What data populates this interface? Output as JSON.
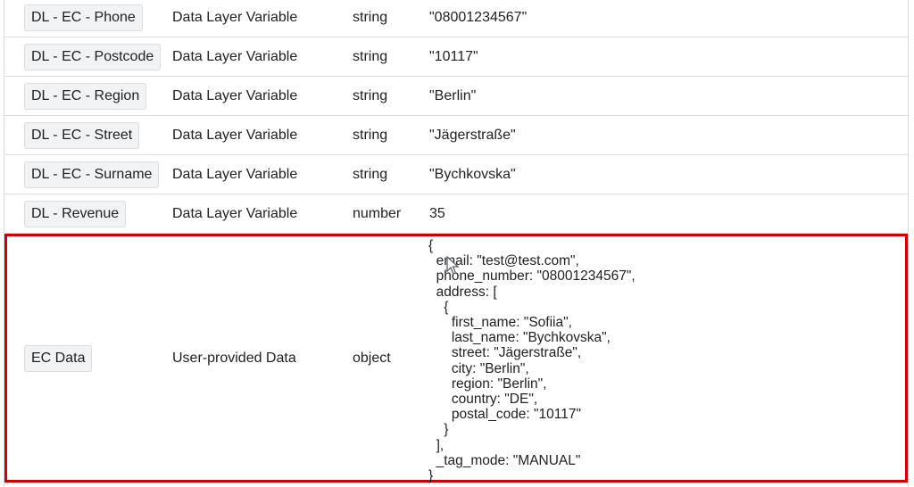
{
  "rows": [
    {
      "name": "DL - EC - Phone",
      "type": "Data Layer Variable",
      "data_type": "string",
      "value": "\"08001234567\""
    },
    {
      "name": "DL - EC - Postcode",
      "type": "Data Layer Variable",
      "data_type": "string",
      "value": "\"10117\""
    },
    {
      "name": "DL - EC - Region",
      "type": "Data Layer Variable",
      "data_type": "string",
      "value": "\"Berlin\""
    },
    {
      "name": "DL - EC - Street",
      "type": "Data Layer Variable",
      "data_type": "string",
      "value": "\"Jägerstraße\""
    },
    {
      "name": "DL - EC - Surname",
      "type": "Data Layer Variable",
      "data_type": "string",
      "value": "\"Bychkovska\""
    },
    {
      "name": "DL - Revenue",
      "type": "Data Layer Variable",
      "data_type": "number",
      "value": "35"
    }
  ],
  "highlighted_row": {
    "name": "EC Data",
    "type": "User-provided Data",
    "data_type": "object",
    "value": "{\n  email: \"test@test.com\",\n  phone_number: \"08001234567\",\n  address: [\n    {\n      first_name: \"Sofiia\",\n      last_name: \"Bychkovska\",\n      street: \"Jägerstraße\",\n      city: \"Berlin\",\n      region: \"Berlin\",\n      country: \"DE\",\n      postal_code: \"10117\"\n    }\n  ],\n  _tag_mode: \"MANUAL\"\n}"
  },
  "colors": {
    "highlight_border": "#d00000",
    "chip_bg": "#f1f3f4",
    "divider": "#dadce0"
  }
}
